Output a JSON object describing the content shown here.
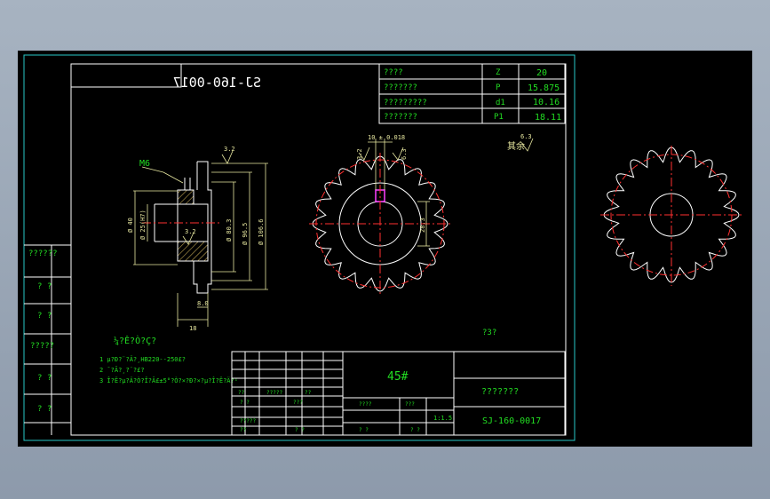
{
  "drawing_number_mirrored": "SJ-160-0017",
  "param_table": [
    {
      "name": "????",
      "symbol": "Z",
      "value": "20"
    },
    {
      "name": "???????",
      "symbol": "P",
      "value": "15.875"
    },
    {
      "name": "?????????",
      "symbol": "d1",
      "value": "10.16"
    },
    {
      "name": "???????",
      "symbol": "P1",
      "value": "18.11"
    }
  ],
  "side_view": {
    "m_label": "M6",
    "dims_left": [
      "Ø 40",
      "Ø 25(H7)"
    ],
    "dims_right": [
      "Ø 80.3",
      "Ø 96.5",
      "Ø 106.6"
    ],
    "dim_bottom_small": "8.0",
    "dim_bottom": "18",
    "roughness_top": "3.2",
    "roughness_mid": "3.2"
  },
  "front_view": {
    "keyway_dim": "10 ± 0.018",
    "roughness_left": "3.2",
    "roughness_right": "6.3",
    "bore_dim": "28.3",
    "remaining_label": "其余",
    "remaining_value": "6.3",
    "note_label": "?3?"
  },
  "notes": {
    "title": "¼?Ê?Ò?Ç?",
    "lines": [
      "1 µ?Ð?¨?Ä?¸HB220--250£?",
      "2 ¯?Ã?¸?¨?£?",
      "3 Î?Ë?µ?Ä?Ò?Î?Ã£±5°?Ò?×?Ð?×?µ?Î?Ê?Ä?¹"
    ]
  },
  "side_panel_labels": [
    "??????",
    "?  ?",
    "?  ?",
    "?????",
    "?  ?",
    "?  ?"
  ],
  "title_block": {
    "material": "45#",
    "part_name": "???????",
    "drawing_number": "SJ-160-0017",
    "scale": "1:1.5",
    "small_cells": [
      "??",
      "?????",
      "??",
      "???",
      "?????",
      "????",
      "???",
      "?  ?",
      "?  ?",
      "??",
      "?  ?",
      "?  ?"
    ]
  },
  "colors": {
    "background": "#000000",
    "frame": "#28c8c8",
    "outline": "#ffffff",
    "text_green": "#22dd22",
    "center_line": "#ff3030",
    "dimension": "#e8e8a0",
    "keyway": "#ff40ff"
  }
}
